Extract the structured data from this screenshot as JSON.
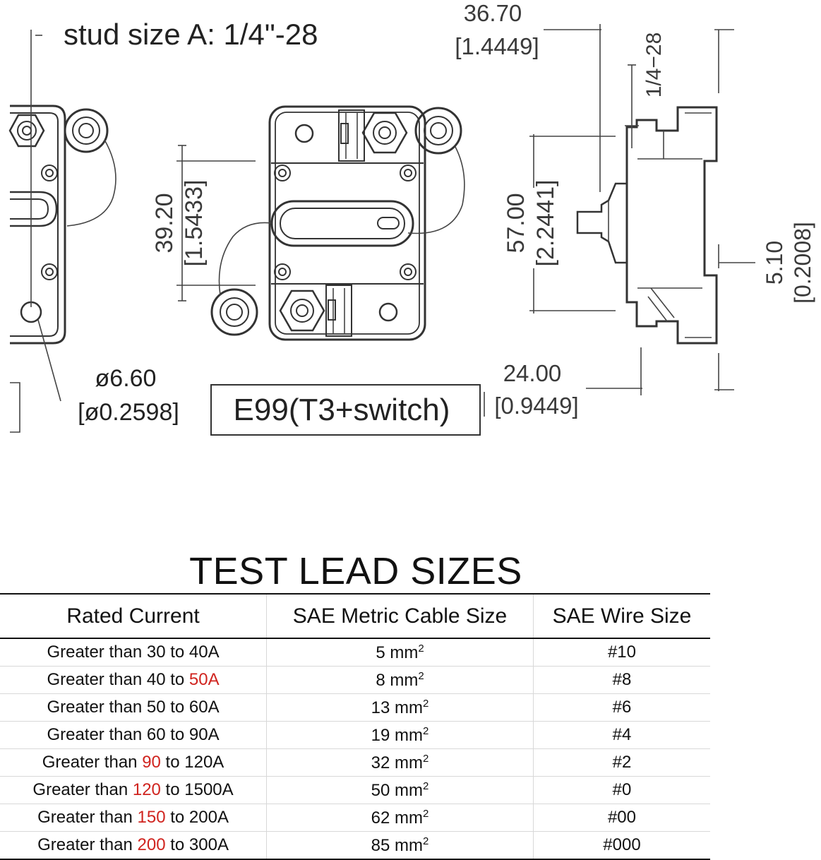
{
  "diagram": {
    "stud_label": "stud size A: 1/4\"-28",
    "dim_width_mm": "36.70",
    "dim_width_in": "[1.4449]",
    "dim_thread": "1/4−28",
    "dim_stud_spacing_mm": "39.20",
    "dim_stud_spacing_in": "[1.5433]",
    "dim_height_mm": "57.00",
    "dim_height_in": "[2.2441]",
    "dim_flange_mm": "5.10",
    "dim_flange_in": "[0.2008]",
    "dim_hole_mm": "ø6.60",
    "dim_hole_in": "[ø0.2598]",
    "dim_depth_mm": "24.00",
    "dim_depth_in": "[0.9449]",
    "model_label": "E99(T3+switch)"
  },
  "table": {
    "title": "TEST LEAD SIZES",
    "headers": [
      "Rated Current",
      "SAE Metric Cable Size",
      "SAE Wire Size"
    ],
    "highlight_color": "#d0241f",
    "rows": [
      {
        "current_prefix": "Greater than ",
        "current_a": "30",
        "current_mid": " to ",
        "current_b": "40A",
        "highlight": "none",
        "cable": "5 mm",
        "cable_sup": "2",
        "wire": "#10"
      },
      {
        "current_prefix": "Greater than ",
        "current_a": "40",
        "current_mid": " to ",
        "current_b": "50A",
        "highlight": "b",
        "cable": "8 mm",
        "cable_sup": "2",
        "wire": "#8"
      },
      {
        "current_prefix": "Greater than ",
        "current_a": "50",
        "current_mid": " to ",
        "current_b": "60A",
        "highlight": "none",
        "cable": "13 mm",
        "cable_sup": "2",
        "wire": "#6"
      },
      {
        "current_prefix": "Greater than ",
        "current_a": "60",
        "current_mid": " to ",
        "current_b": "90A",
        "highlight": "none",
        "cable": "19 mm",
        "cable_sup": "2",
        "wire": "#4"
      },
      {
        "current_prefix": "Greater than ",
        "current_a": "90",
        "current_mid": " to ",
        "current_b": "120A",
        "highlight": "a",
        "cable": "32 mm",
        "cable_sup": "2",
        "wire": "#2"
      },
      {
        "current_prefix": "Greater than ",
        "current_a": "120",
        "current_mid": " to ",
        "current_b": "1500A",
        "highlight": "a",
        "cable": "50 mm",
        "cable_sup": "2",
        "wire": "#0"
      },
      {
        "current_prefix": "Greater than ",
        "current_a": "150",
        "current_mid": " to ",
        "current_b": "200A",
        "highlight": "a",
        "cable": "62 mm",
        "cable_sup": "2",
        "wire": "#00"
      },
      {
        "current_prefix": "Greater than ",
        "current_a": "200",
        "current_mid": " to ",
        "current_b": "300A",
        "highlight": "a",
        "cable": "85 mm",
        "cable_sup": "2",
        "wire": "#000"
      }
    ]
  }
}
